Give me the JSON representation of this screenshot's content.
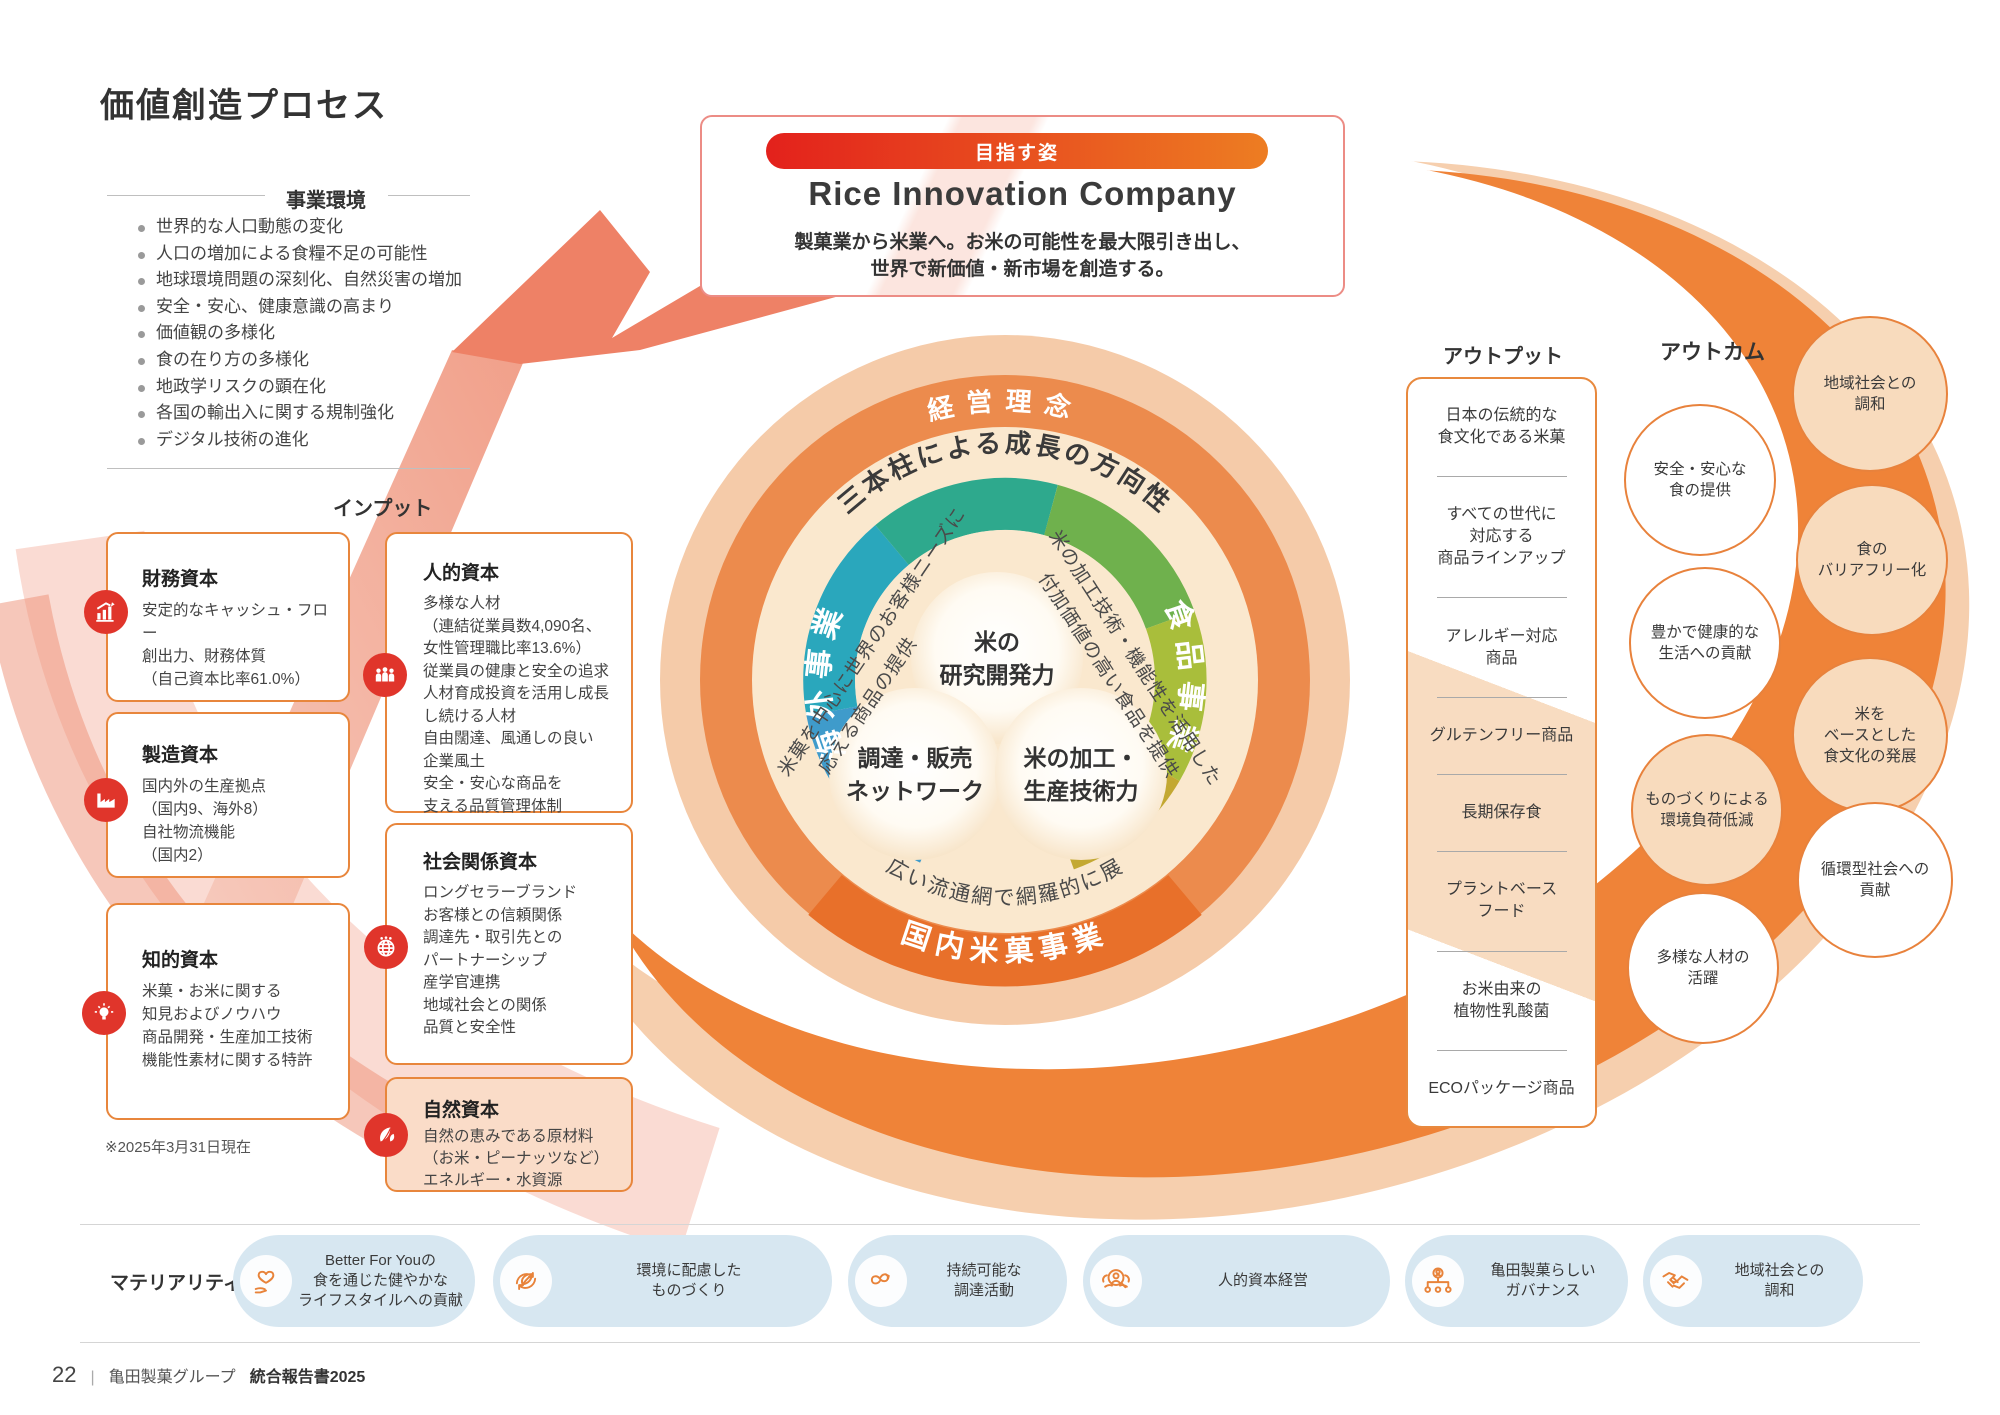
{
  "page": {
    "title": "価値創造プロセス",
    "footer": {
      "page_number": "22",
      "divider": "|",
      "group": "亀田製菓グループ",
      "report": "統合報告書2025"
    }
  },
  "colors": {
    "accent_orange": "#EF8338",
    "accent_red": "#E0352B",
    "cream": "#FAE8CE",
    "ring_orange": "#EC8B4D",
    "light_peach": "#F5CBA9",
    "pill_blue": "#D7E7F1"
  },
  "business_environment": {
    "label": "事業環境",
    "items": [
      "世界的な人口動態の変化",
      "人口の増加による食糧不足の可能性",
      "地球環境問題の深刻化、自然災害の増加",
      "安全・安心、健康意識の高まり",
      "価値観の多様化",
      "食の在り方の多様化",
      "地政学リスクの顕在化",
      "各国の輸出入に関する規制強化",
      "デジタル技術の進化"
    ]
  },
  "input": {
    "label": "インプット",
    "note": "※2025年3月31日現在",
    "capitals": [
      {
        "name": "財務資本",
        "icon": "bar-chart-icon",
        "body": "安定的なキャッシュ・フロー\n創出力、財務体質\n（自己資本比率61.0%）"
      },
      {
        "name": "製造資本",
        "icon": "factory-icon",
        "body": "国内外の生産拠点\n（国内9、海外8）\n自社物流機能\n（国内2）"
      },
      {
        "name": "知的資本",
        "icon": "lightbulb-icon",
        "body": "米菓・お米に関する\n知見およびノウハウ\n商品開発・生産加工技術\n機能性素材に関する特許"
      },
      {
        "name": "人的資本",
        "icon": "people-icon",
        "body": "多様な人材\n（連結従業員数4,090名、\n女性管理職比率13.6%）\n従業員の健康と安全の追求\n人材育成投資を活用し成長\nし続ける人材\n自由闊達、風通しの良い\n企業風土\n安全・安心な商品を\n支える品質管理体制"
      },
      {
        "name": "社会関係資本",
        "icon": "globe-icon",
        "body": "ロングセラーブランド\nお客様との信頼関係\n調達先・取引先との\nパートナーシップ\n産学官連携\n地域社会との関係\n品質と安全性"
      },
      {
        "name": "自然資本",
        "icon": "leaf-icon",
        "body": "自然の恵みである原材料\n（お米・ピーナッツなど）\nエネルギー・水資源"
      }
    ]
  },
  "vision": {
    "tag": "目指す姿",
    "title": "Rice Innovation Company",
    "subtitle": "製菓業から米業へ。お米の可能性を最大限引き出し、\n世界で新価値・新市場を創造する。"
  },
  "core_diagram": {
    "philosophy": "経営理念",
    "growth_direction": "三本柱による成長の方向性",
    "overseas_business": "海外事業",
    "food_business": "食品事業",
    "domestic_business": "国内米菓事業",
    "distribution": "幅広い流通網で網羅的に展開",
    "overseas_note_line1": "米菓を中心に世界のお客様ニーズに",
    "overseas_note_line2": "応える商品の提供",
    "food_note_line1": "米の加工技術・機能性を活用した",
    "food_note_line2": "付加価値の高い食品を提供",
    "strengths": [
      {
        "line1": "米の",
        "line2": "研究開発力"
      },
      {
        "line1": "調達・販売",
        "line2": "ネットワーク"
      },
      {
        "line1": "米の加工・",
        "line2": "生産技術力"
      }
    ]
  },
  "output": {
    "label": "アウトプット",
    "items": [
      "日本の伝統的な\n食文化である米菓",
      "すべての世代に\n対応する\n商品ラインアップ",
      "アレルギー対応\n商品",
      "グルテンフリー商品",
      "長期保存食",
      "プラントベース\nフード",
      "お米由来の\n植物性乳酸菌",
      "ECOパッケージ商品"
    ]
  },
  "outcome": {
    "label": "アウトカム",
    "items": [
      {
        "text": "地域社会との\n調和"
      },
      {
        "text": "安全・安心な\n食の提供"
      },
      {
        "text": "食の\nバリアフリー化"
      },
      {
        "text": "豊かで健康的な\n生活への貢献"
      },
      {
        "text": "米を\nベースとした\n食文化の発展"
      },
      {
        "text": "ものづくりによる\n環境負荷低減"
      },
      {
        "text": "循環型社会への\n貢献"
      },
      {
        "text": "多様な人材の\n活躍"
      }
    ]
  },
  "materiality": {
    "label": "マテリアリティ",
    "items": [
      {
        "icon": "hand-heart-icon",
        "text": "Better For Youの\n食を通じた健やかな\nライフスタイルへの貢献"
      },
      {
        "icon": "eco-leaf-icon",
        "text": "環境に配慮した\nものづくり"
      },
      {
        "icon": "sustainable-loop-icon",
        "text": "持続可能な\n調達活動"
      },
      {
        "icon": "human-capital-icon",
        "text": "人的資本経営"
      },
      {
        "icon": "governance-icon",
        "text": "亀田製菓らしい\nガバナンス"
      },
      {
        "icon": "handshake-icon",
        "text": "地域社会との\n調和"
      }
    ]
  }
}
